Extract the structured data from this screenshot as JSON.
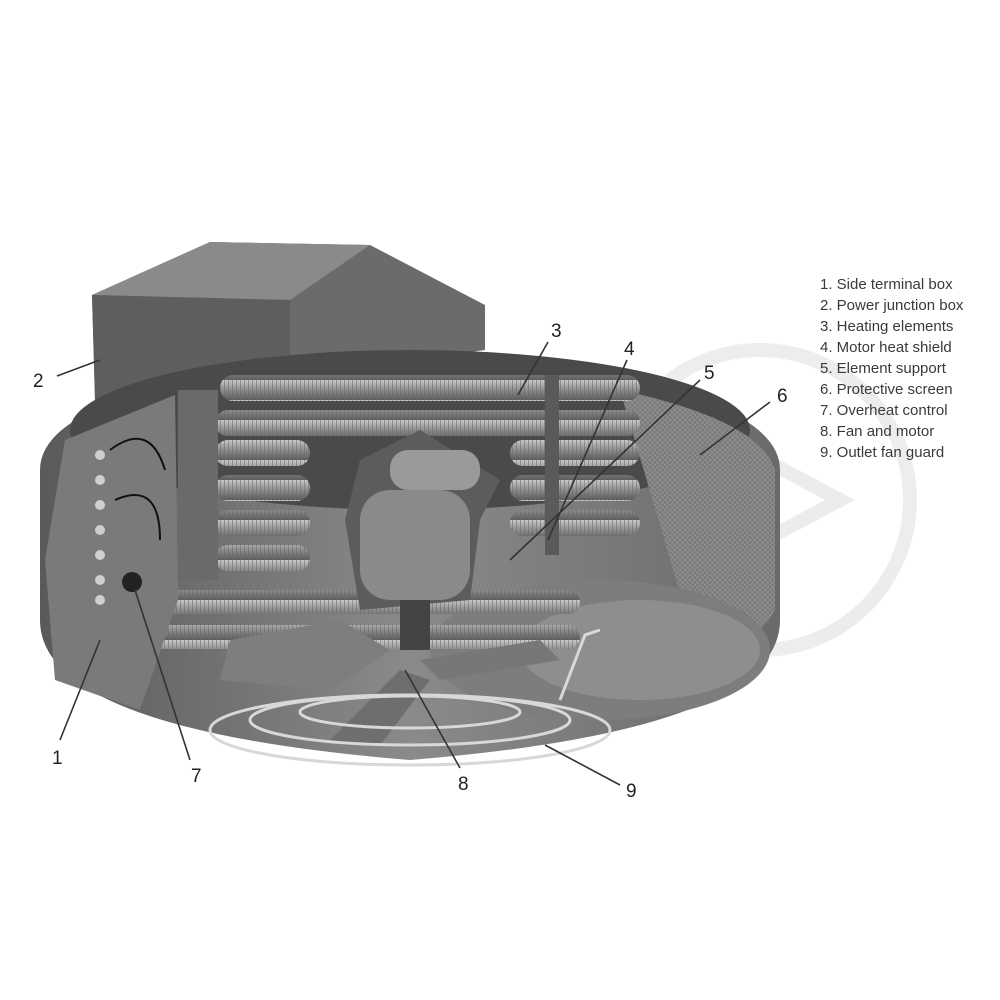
{
  "callouts": [
    "1",
    "2",
    "3",
    "4",
    "5",
    "6",
    "7",
    "8",
    "9"
  ],
  "legend": [
    "1. Side terminal box",
    "2. Power junction box",
    "3. Heating elements",
    "4. Motor heat shield",
    "5. Element support",
    "6. Protective screen",
    "7. Overheat control",
    "8. Fan and motor",
    "9. Outlet fan guard"
  ]
}
